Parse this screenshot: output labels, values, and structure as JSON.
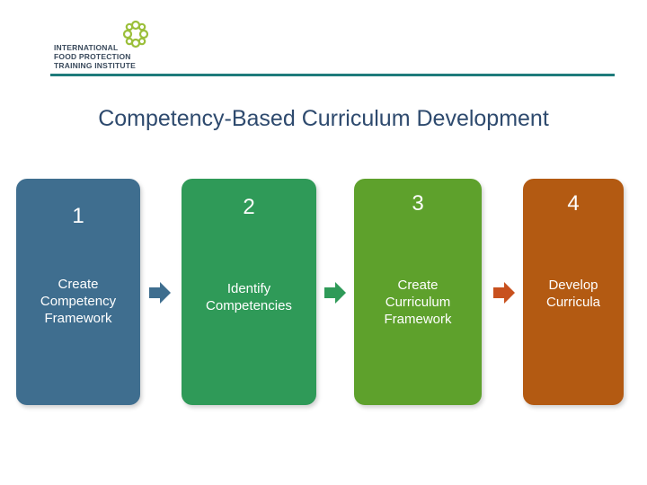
{
  "logo": {
    "lines": [
      "INTERNATIONAL",
      "FOOD PROTECTION",
      "TRAINING INSTITUTE"
    ]
  },
  "title": "Competency-Based Curriculum Development",
  "steps": [
    {
      "number": "1",
      "label": "Create\nCompetency\nFramework",
      "color": "#3f6e8f"
    },
    {
      "number": "2",
      "label": "Identify\nCompetencies",
      "color": "#2f9a58"
    },
    {
      "number": "3",
      "label": "Create\nCurriculum\nFramework",
      "color": "#5ea12c"
    },
    {
      "number": "4",
      "label": "Develop\nCurricula",
      "color": "#b35a12"
    }
  ],
  "arrows": [
    {
      "color": "#3f6e8f",
      "icon": "right-arrow-icon"
    },
    {
      "color": "#2f9a58",
      "icon": "right-arrow-icon"
    },
    {
      "color": "#c8511e",
      "icon": "right-arrow-icon"
    }
  ],
  "colors": {
    "title": "#2e4a6e",
    "rule": "#1e7b7b",
    "logo_mark": "#9bbf3a"
  }
}
